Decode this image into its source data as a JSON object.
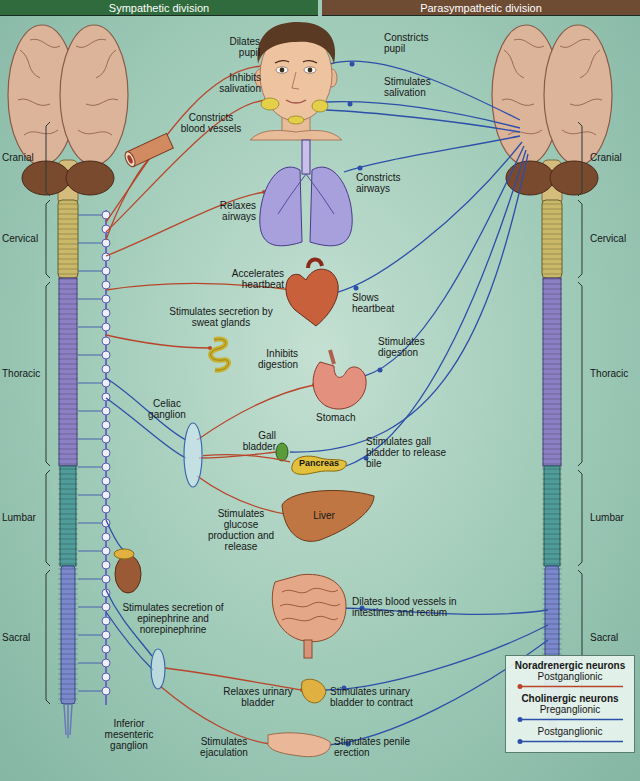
{
  "diagram": {
    "nodes": [
      {
        "text": [
          "Sympathetic division"
        ]
      },
      {
        "text": [
          "Parasympathetic division"
        ]
      },
      {
        "text": [
          "Celiac ganglion"
        ]
      },
      {
        "text": [
          "Pancreas"
        ]
      },
      {
        "text": [
          "Inferior mesenteric ganglion"
        ]
      }
    ],
    "edges": [
      {
        "from": 2,
        "to": 3,
        "arrow": "none"
      }
    ],
    "labels": [
      "Cranial",
      "Cervical",
      "Thoracic",
      "Lumbar",
      "Sacral",
      "Dilates pupil",
      "Inhibits salivation",
      "Constricts blood vessels",
      "Relaxes airways",
      "Accelerates heartbeat",
      "Stimulates secretion by sweat glands",
      "Inhibits digestion",
      "Stomach",
      "Gall bladder",
      "Stimulates glucose production and release",
      "Stimulates secretion of epinephrine and norepinephrine",
      "Relaxes urinary bladder",
      "Stimulates ejaculation",
      "Constricts pupil",
      "Stimulates salivation",
      "Constricts airways",
      "Slows heartbeat",
      "Stimulates digestion",
      "Stimulates gall bladder to release bile",
      "Liver",
      "Dilates blood vessels in intestines and rectum",
      "Stimulates urinary bladder to contract",
      "Stimulates penile erection",
      "Cranial",
      "Cervical",
      "Thoracic",
      "Lumbar",
      "Sacral"
    ],
    "legend": [
      {
        "text": "Noradrenergic neurons"
      },
      {
        "text": "Postganglionic"
      },
      {
        "text": "Cholinergic neurons"
      },
      {
        "text": "Preganglionic"
      },
      {
        "text": "Postganglionic"
      }
    ]
  }
}
